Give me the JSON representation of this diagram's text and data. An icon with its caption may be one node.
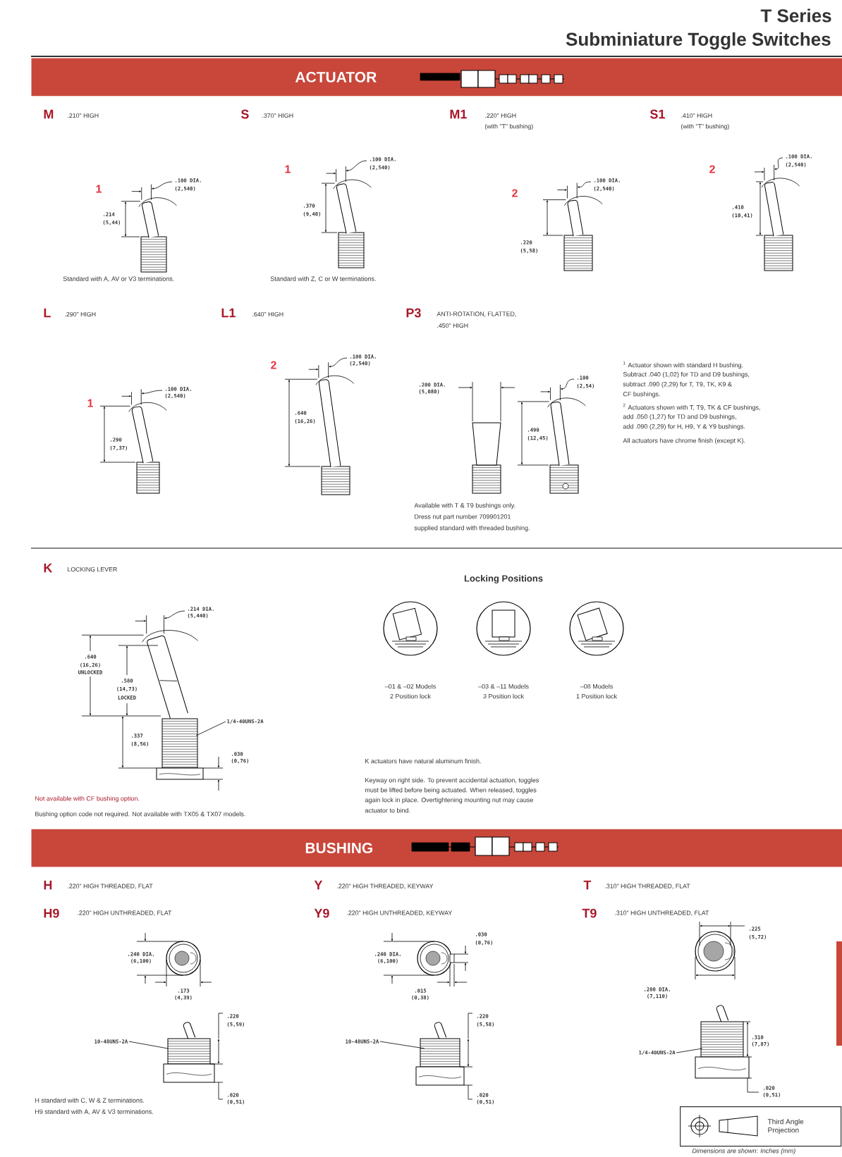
{
  "diagram": {
    "title": "T Series",
    "nodes": [
      {
        "text": [
          "ACTUATOR"
        ]
      },
      {
        "text": [
          "1/4-40UNS-2A"
        ]
      },
      {
        "text": [
          "BUSHING"
        ]
      },
      {
        "text": [
          "10-48UNS-2A"
        ]
      },
      {
        "text": [
          "10-48UNS-2A"
        ]
      },
      {
        "text": [
          "1/4-40UNS-2A"
        ]
      },
      {
        "text": [
          "Third Angle Projection"
        ]
      }
    ],
    "edges": [
      {
        "from": 1,
        "to": null,
        "arrow": "none"
      },
      {
        "from": 3,
        "to": null,
        "arrow": "none"
      },
      {
        "from": 4,
        "to": null,
        "arrow": "none"
      },
      {
        "from": 5,
        "to": null,
        "arrow": "none"
      }
    ],
    "labels": [
      "Subminiature Toggle Switches",
      "M",
      ".210\" HIGH",
      "S",
      ".370\" HIGH",
      "M1",
      ".220\" HIGH",
      "(with \"T\" bushing)",
      "S1",
      ".410\" HIGH",
      "(with \"T\" bushing)",
      "1",
      ".100 DIA.",
      "(2,540)",
      ".214",
      "(5,44)",
      "Standard with A, AV or V3 terminations.",
      "1",
      ".100 DIA.",
      "(2,540)",
      ".370",
      "(9,40)",
      "Standard with Z, C or W terminations.",
      "2",
      ".100 DIA.",
      "(2,540)",
      ".220",
      "(5,58)",
      "2",
      ".100 DIA.",
      "(2,540)",
      ".410",
      "(10,41)",
      "L",
      ".290\" HIGH",
      "L1",
      ".640\" HIGH",
      "P3",
      "ANTI-ROTATION, FLATTED,",
      ".450\" HIGH",
      "1",
      ".100 DIA.",
      "(2,540)",
      ".290",
      "(7,37)",
      "2",
      ".100 DIA.",
      "(2,540)",
      ".640",
      "(16,26)",
      ".200 DIA.",
      "(5,080)",
      ".100",
      "(2,54)",
      ".490",
      "(12,45)",
      "Available with T & T9 bushings only.",
      "Dress nut part number 709901201",
      "supplied standard with threaded bushing.",
      "$^{1}$ Actuator shown with standard H bushing.",
      "Subtract .040 (1,02) for TD and D9 bushings,",
      "subtract .090 (2,29) for T, T9, TK, K9 &",
      "CF bushings.",
      "$^{2}$ Actuators shown with T, T9, TK & CF bushings,",
      "add .050 (1,27) for TD and D9 bushings,",
      "add .090 (2,29) for H, H9, Y & Y9 bushings.",
      "All actuators have chrome finish (except K).",
      "K",
      "LOCKING LEVER",
      ".214 DIA.",
      "(5,440)",
      ".640",
      "(16,26)",
      "UNLOCKED",
      ".580",
      "(14,73)",
      "LOCKED",
      ".337",
      "(8,56)",
      ".030",
      "(0,76)",
      "Not available with CF bushing option.",
      "Bushing option code not required. Not available with TX05 & TX07 models.",
      "Locking Positions",
      "–01 & –02 Models",
      "2 Position lock",
      "–03 & –11 Models",
      "3 Position lock",
      "–08 Models",
      "1 Position lock",
      "K actuators have natural aluminum finish.",
      "Keyway on right side. To prevent accidental actuation, toggles",
      "must be lifted before being actuated. When released, toggles",
      "again lock in place. Overtightening mounting nut may cause",
      "actuator to bind.",
      "H",
      ".220\" HIGH THREADED, FLAT",
      "Y",
      ".220\" HIGH THREADED, KEYWAY",
      "T",
      ".310\" HIGH THREADED, FLAT",
      "H9",
      ".220\" HIGH UNTHREADED, FLAT",
      "Y9",
      ".220\" HIGH UNTHREADED, KEYWAY",
      "T9",
      ".310\" HIGH UNTHREADED, FLAT",
      ".240 DIA.",
      "(6,100)",
      ".173",
      "(4,39)",
      ".220",
      "(5,59)",
      ".020",
      "(0,51)",
      "H standard with C, W & Z terminations.",
      "H9 standard with A, AV & V3 terminations.",
      ".240 DIA.",
      "(6,100)",
      ".030",
      "(0,76)",
      ".015",
      "(0,38)",
      ".220",
      "(5,58)",
      ".020",
      "(0,51)",
      ".225",
      "(5,72)",
      ".280 DIA.",
      "(7,110)",
      ".310",
      "(7,87)",
      ".020",
      "(0,51)",
      "Dimensions are shown: Inches (mm)"
    ]
  }
}
